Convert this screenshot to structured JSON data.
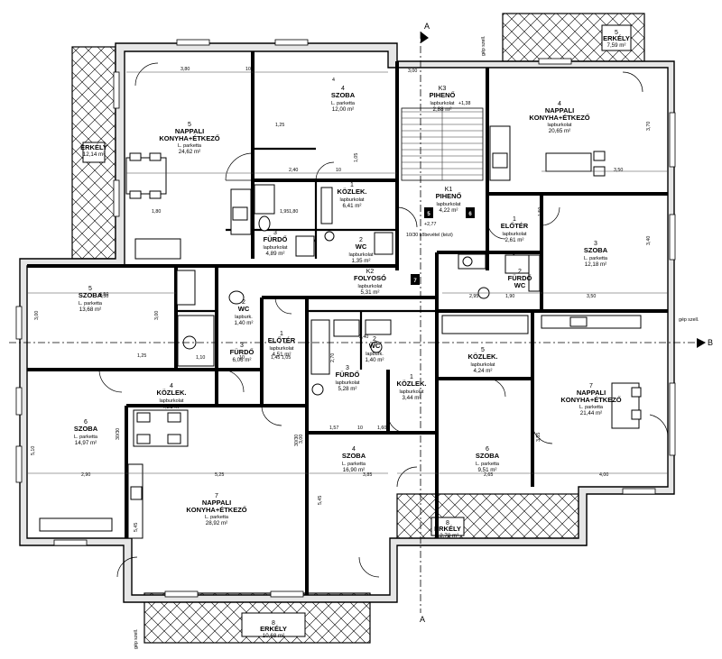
{
  "rooms": [
    {
      "num": "5",
      "name": "NAPPALI",
      "name2": "KONYHA+ÉTKEZŐ",
      "floor": "L. parketta",
      "area": "24,62 m²"
    },
    {
      "num": "4",
      "name": "SZOBA",
      "name2": "",
      "floor": "L. parketta",
      "area": "12,00 m²"
    },
    {
      "num": "1",
      "name": "KÖZLEK.",
      "name2": "",
      "floor": "lapburkolat",
      "area": "6,41 m²"
    },
    {
      "num": "3",
      "name": "FÜRDŐ",
      "name2": "",
      "floor": "lapburkolat",
      "area": "4,89 m²"
    },
    {
      "num": "2",
      "name": "WC",
      "name2": "",
      "floor": "lapburkolat",
      "area": "1,35 m²"
    },
    {
      "num": "K3",
      "name": "PIHENŐ",
      "name2": "",
      "floor": "lapburkolat",
      "area": "2,88 m²"
    },
    {
      "num": "K1",
      "name": "PIHENŐ",
      "name2": "",
      "floor": "lapburkolat",
      "area": "4,22 m²"
    },
    {
      "num": "K2",
      "name": "FOLYOSÓ",
      "name2": "",
      "floor": "lapburkolat",
      "area": "5,31 m²"
    },
    {
      "num": "4",
      "name": "NAPPALI",
      "name2": "KONYHA+ÉTKEZŐ",
      "floor": "lapburkolat",
      "area": "20,65 m²"
    },
    {
      "num": "1",
      "name": "ELŐTÉR",
      "name2": "",
      "floor": "lapburkolat",
      "area": "2,61 m²"
    },
    {
      "num": "3",
      "name": "SZOBA",
      "name2": "",
      "floor": "L. parketta",
      "area": "12,18 m²"
    },
    {
      "num": "2",
      "name": "FÜRDŐ",
      "name2": "WC",
      "floor": "",
      "area": ""
    },
    {
      "num": "5",
      "name": "SZOBA",
      "name2": "",
      "floor": "L. parketta",
      "area": "13,68 m²"
    },
    {
      "num": "2",
      "name": "WC",
      "name2": "",
      "floor": "lapburk.",
      "area": "1,40 m²"
    },
    {
      "num": "3",
      "name": "FÜRDŐ",
      "name2": "",
      "floor": "",
      "area": "6,06 m²"
    },
    {
      "num": "1",
      "name": "ELŐTÉR",
      "name2": "",
      "floor": "lapburkolat",
      "area": "4,51 m²"
    },
    {
      "num": "4",
      "name": "KÖZLEK.",
      "name2": "",
      "floor": "lapburkolat",
      "area": "4,31 m²"
    },
    {
      "num": "6",
      "name": "SZOBA",
      "name2": "",
      "floor": "L. parketta",
      "area": "14,97 m²"
    },
    {
      "num": "7",
      "name": "NAPPALI",
      "name2": "KONYHA+ÉTKEZŐ",
      "floor": "L. parketta",
      "area": "28,92 m²"
    },
    {
      "num": "3",
      "name": "FÜRDŐ",
      "name2": "",
      "floor": "lapburkolat",
      "area": "5,28 m²"
    },
    {
      "num": "2",
      "name": "WC",
      "name2": "",
      "floor": "lapburk.",
      "area": "1,40 m²"
    },
    {
      "num": "1",
      "name": "KÖZLEK.",
      "name2": "",
      "floor": "lapburkolat",
      "area": "3,44 m²"
    },
    {
      "num": "4",
      "name": "SZOBA",
      "name2": "",
      "floor": "L. parketta",
      "area": "16,90 m²"
    },
    {
      "num": "5",
      "name": "KÖZLEK.",
      "name2": "",
      "floor": "lapburkolat",
      "area": "4,24 m²"
    },
    {
      "num": "6",
      "name": "SZOBA",
      "name2": "",
      "floor": "L. parketta",
      "area": "9,51 m²"
    },
    {
      "num": "7",
      "name": "NAPPALI",
      "name2": "KONYHA+ÉTKEZŐ",
      "floor": "L. parketta",
      "area": "21,44 m²"
    }
  ],
  "balconies": [
    {
      "num": "",
      "name": "ERKÉLY",
      "area": "12,14 m²"
    },
    {
      "num": "5",
      "name": "ERKÉLY",
      "area": "7,59 m²"
    },
    {
      "num": "8",
      "name": "ERKÉLY",
      "area": "12,70 m²"
    },
    {
      "num": "8",
      "name": "ERKÉLY",
      "area": "10,68 m²"
    }
  ],
  "axes": {
    "a_top": "A",
    "a_bottom": "A",
    "b_right": "B"
  },
  "notes": {
    "gep_szell_top": "gép szell.",
    "gep_szell_right": "gép szell.",
    "gep_szell_bottom": "gép szell.",
    "level_top": "+1,38",
    "level_mid": "+2,77",
    "slab": "10/30 kőbevétel (kézi)",
    "stair_top": "3,00"
  },
  "tags": [
    "5",
    "6",
    "7"
  ],
  "dimensions": [
    "3,80",
    "10",
    "4",
    "1,25",
    "2,40",
    "10",
    "1,05",
    "1,80",
    "1,95",
    "4,50",
    "3,00",
    "3,00",
    "1,10",
    "10",
    "1,45",
    "1,05",
    "2,70",
    "4,50",
    "2,40",
    "1,57",
    "10",
    "1,60",
    "3,00",
    "2,90",
    "5,25",
    "3,85",
    "2,65",
    "4,00",
    "3,50",
    "3,70",
    "3,40",
    "3,55",
    "1,50",
    "2,95",
    "1,90",
    "3,50",
    "1,80",
    "5,45",
    "5,45",
    "5,10",
    "30/30",
    "30/30",
    "1,25"
  ]
}
